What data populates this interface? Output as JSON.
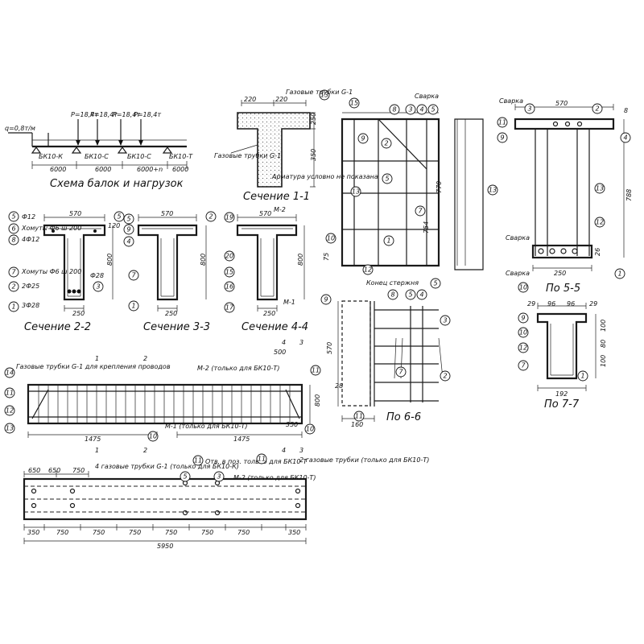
{
  "scheme": {
    "load_q": "q=0,8т/м",
    "loads": [
      "P=18,4т",
      "P=18,4т",
      "P=18,4т",
      "P=18,4т"
    ],
    "beams": [
      "БК10-К",
      "БК10-С",
      "БК10-С",
      "БК10-Т"
    ],
    "spans": [
      "6000",
      "6000",
      "6000+n",
      "6000"
    ],
    "title": "Схема балок и нагрузок"
  },
  "section_1_1": {
    "title": "Сечение 1-1",
    "dims": [
      "220",
      "220",
      "250",
      "350"
    ],
    "notes": [
      "Газовые трубки G-1",
      "Газовые трубки G-1",
      "Арматура условно не показана"
    ],
    "callout": "13"
  },
  "section_2_2": {
    "title": "Сечение 2-2",
    "width": "570",
    "flange": "120",
    "height": "800",
    "bottom": "250",
    "notes": [
      "Ф12",
      "Хомуты Ф6 ш 200",
      "4Ф12",
      "Хомуты Ф6 ш 200",
      "2Ф25",
      "3Ф28",
      "Ф28"
    ],
    "callouts": [
      "5",
      "6",
      "8",
      "7",
      "2",
      "1",
      "5",
      "3"
    ]
  },
  "section_3_3": {
    "title": "Сечение 3-3",
    "width": "570",
    "height": "800",
    "bottom": "250",
    "callouts": [
      "5",
      "9",
      "4",
      "7",
      "1",
      "2"
    ]
  },
  "section_4_4": {
    "title": "Сечение 4-4",
    "width": "570",
    "height": "800",
    "bottom": "250",
    "notes": [
      "М-2",
      "М-1"
    ],
    "callouts": [
      "19",
      "20",
      "15",
      "16",
      "17"
    ]
  },
  "elevation": {
    "notes": [
      "Газовые трубки G-1 для крепления проводов",
      "М-2 (только для БК10-Т)",
      "М-1 (только для БК10-Т)"
    ],
    "dims": [
      "1475",
      "1475",
      "350",
      "800",
      "500"
    ],
    "callouts": [
      "14",
      "11",
      "12",
      "13",
      "10",
      "11",
      "10"
    ],
    "section_marks": [
      "1",
      "2",
      "4",
      "3"
    ]
  },
  "plan": {
    "notes": [
      "4 газовые трубки G-1 (только для БК10-К)",
      "Отв. в поз. только для БК10-Т",
      "М-2 (только для БК10-Т)",
      "2 газовые трубки (только для БК10-Т)"
    ],
    "dims_top": [
      "650",
      "650",
      "750"
    ],
    "dims_bottom": [
      "350",
      "750",
      "750",
      "750",
      "750",
      "750",
      "750",
      "350"
    ],
    "total": "5950",
    "callouts": [
      "11",
      "5",
      "3",
      "11"
    ]
  },
  "frame_detail": {
    "notes": [
      "Сварка",
      "770",
      "754",
      "75"
    ],
    "callouts": [
      "15",
      "8",
      "3",
      "4",
      "5",
      "9",
      "2",
      "13",
      "5",
      "7",
      "10",
      "1",
      "12",
      "13"
    ]
  },
  "section_5_5": {
    "title": "По 5-5",
    "notes": [
      "Сварка",
      "Сварка",
      "Сварка"
    ],
    "width": "570",
    "height": "788",
    "bottom": "250",
    "dims": [
      "26",
      "8"
    ],
    "callouts": [
      "3",
      "2",
      "11",
      "9",
      "4",
      "13",
      "12",
      "10",
      "1"
    ]
  },
  "section_6_6": {
    "title": "По 6-6",
    "notes": [
      "Конец стержня"
    ],
    "dims": [
      "570",
      "160",
      "28"
    ],
    "callouts": [
      "5",
      "9",
      "8",
      "5",
      "4",
      "3",
      "7",
      "2",
      "11"
    ]
  },
  "section_7_7": {
    "title": "По 7-7",
    "dims": [
      "29",
      "96",
      "96",
      "29",
      "192",
      "100",
      "80",
      "100"
    ],
    "callouts": [
      "9",
      "10",
      "12",
      "7",
      "1"
    ]
  }
}
